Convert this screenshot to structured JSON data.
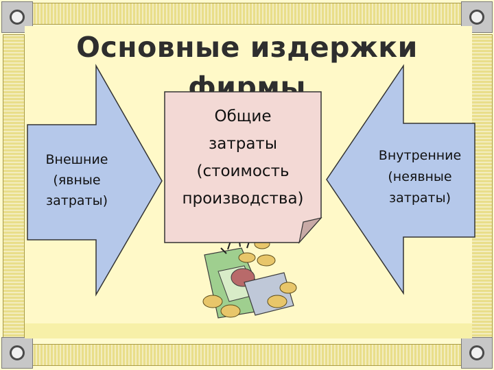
{
  "title": "Основные издержки фирмы",
  "center_box": {
    "line1": "Общие",
    "line2": "затраты",
    "line3": "(стоимость",
    "line4": "производства)"
  },
  "left_arrow": {
    "line1": "Внешние",
    "line2": "(явные",
    "line3": "затраты)"
  },
  "right_arrow": {
    "line1": "Внутренние",
    "line2": "(неявные",
    "line3": "затраты)"
  },
  "colors": {
    "background": "#fffbd0",
    "frame": "#e9de8a",
    "arrow_fill": "#b5c8ea",
    "center_box_fill": "#f3d9d5"
  },
  "decoration": "money-illustration"
}
